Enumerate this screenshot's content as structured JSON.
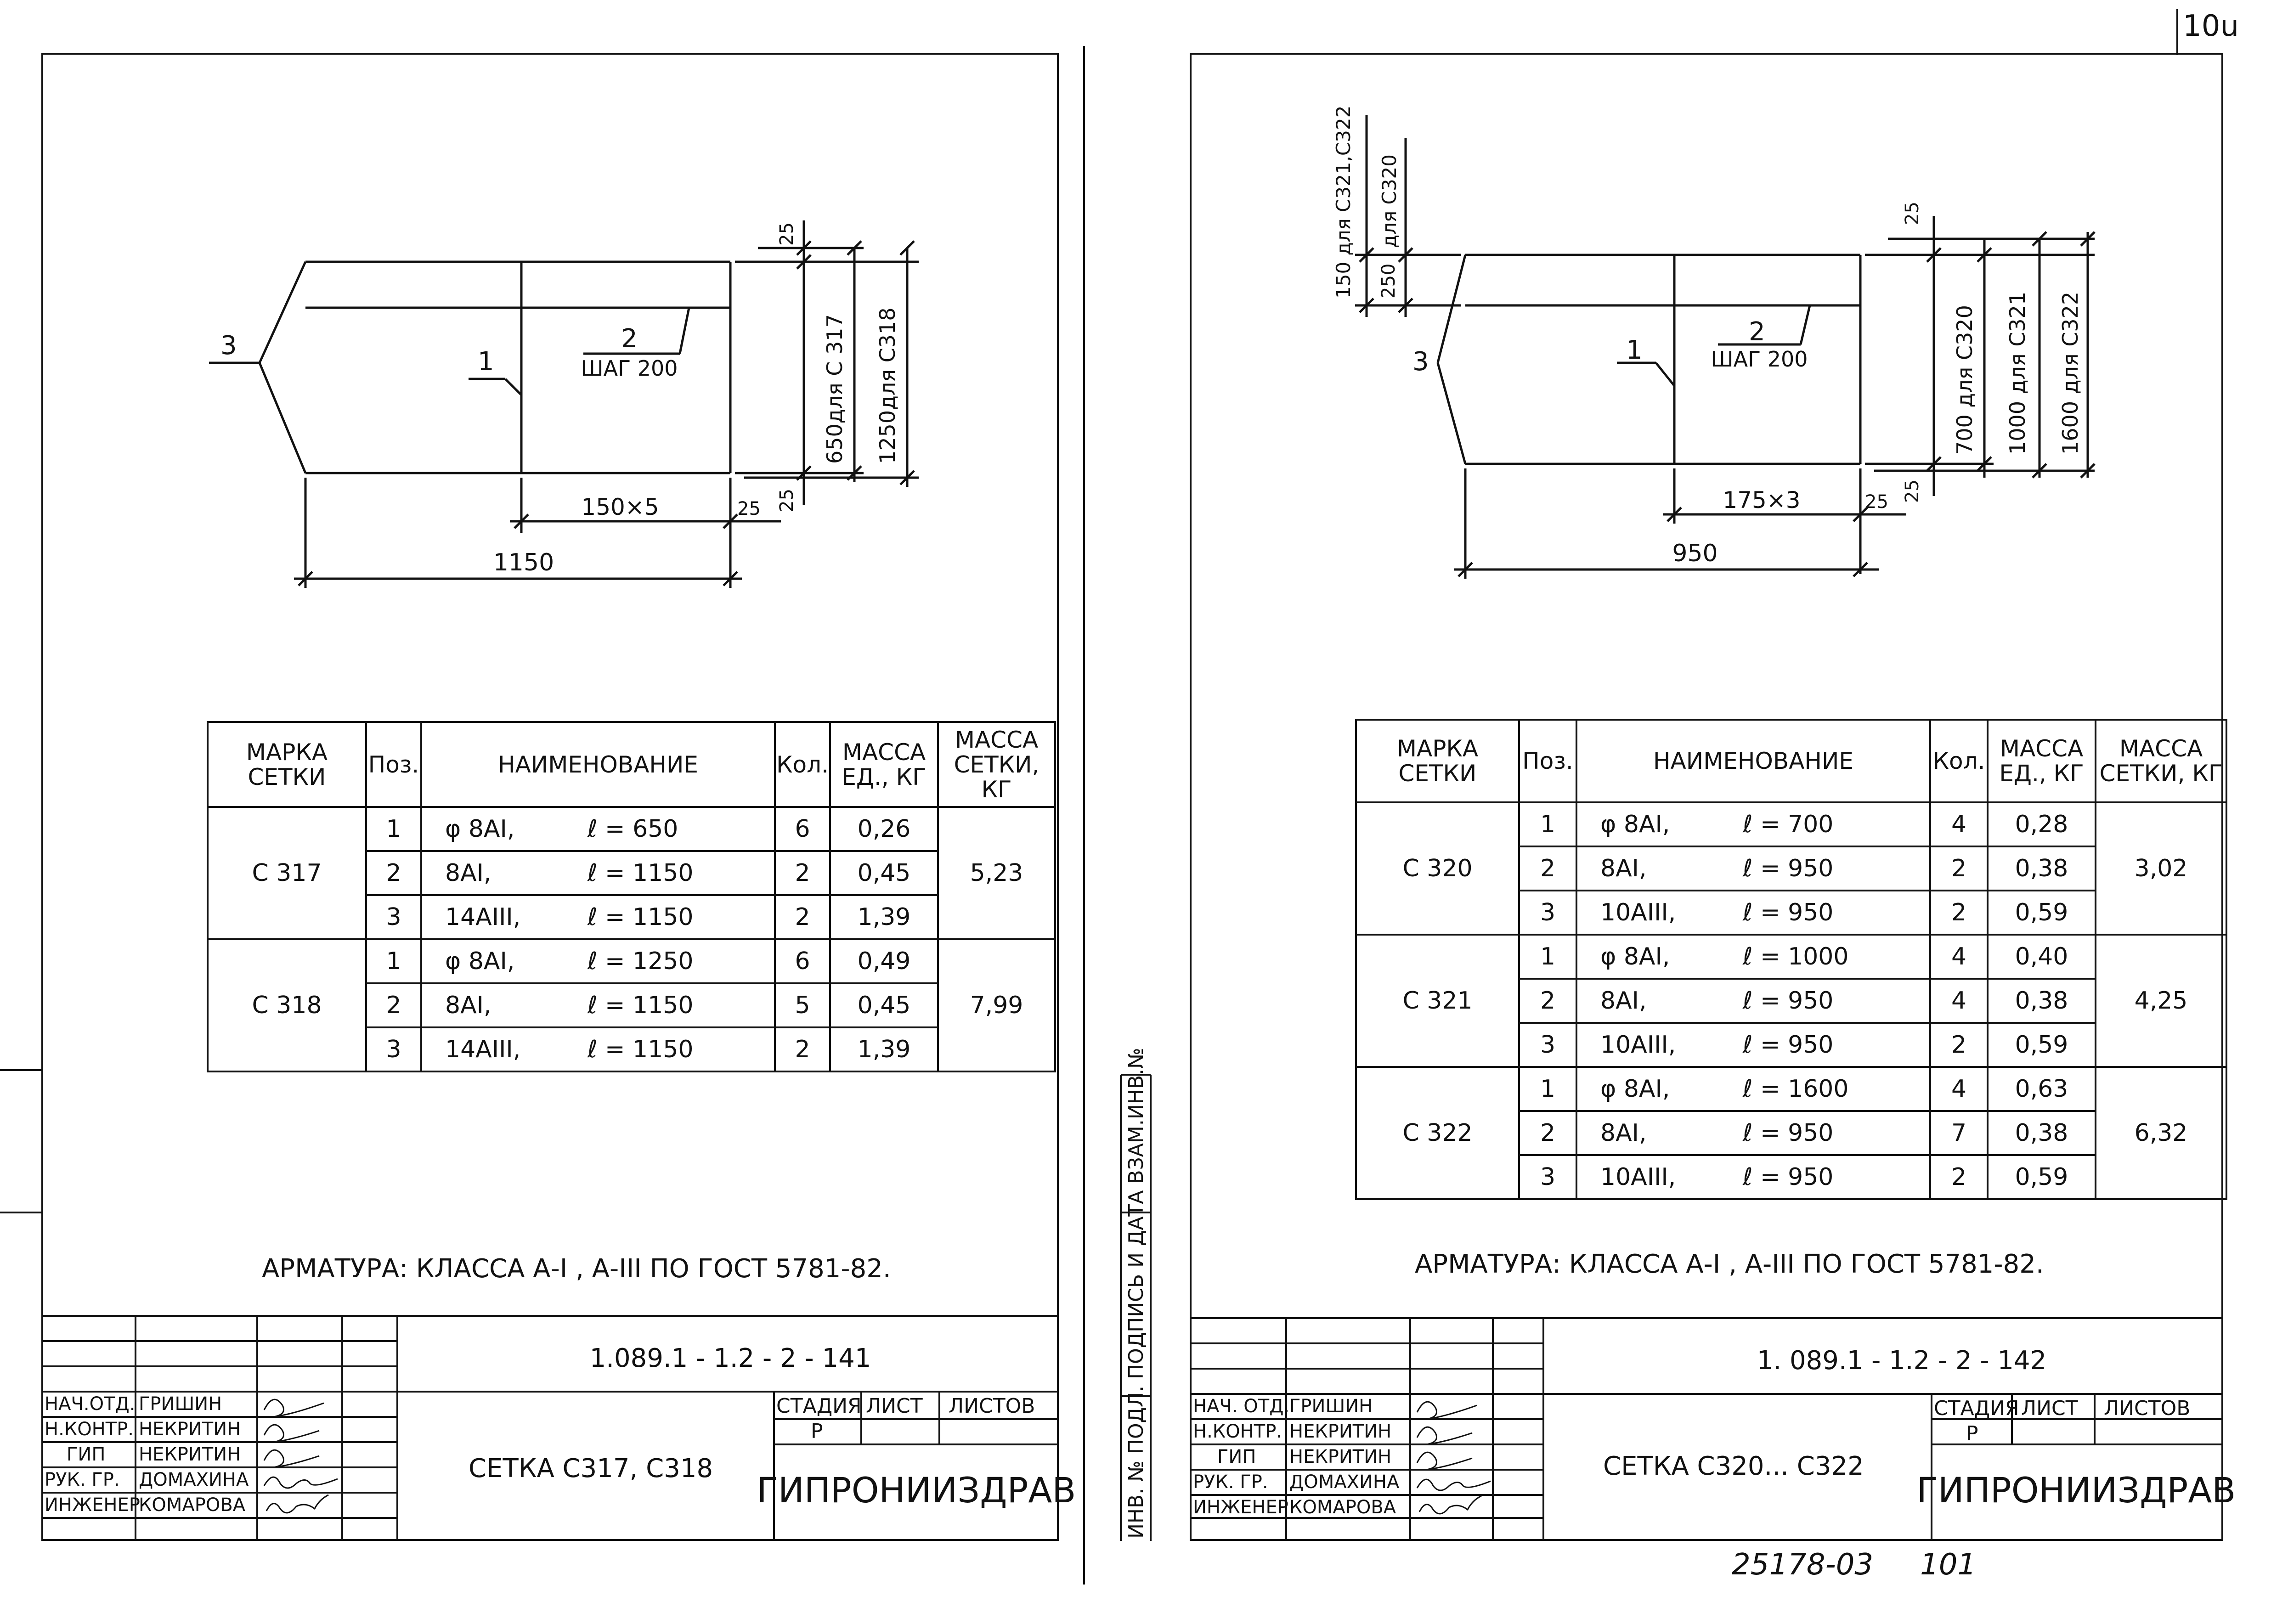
{
  "page": {
    "sheet_number_corner": "10u",
    "bottom_number": "25178-03",
    "bottom_page": "101"
  },
  "side_stamp": {
    "label": "ИНВ. № ПОДЛ.   ПОДПИСЬ И ДАТА   ВЗАМ.ИНВ.№"
  },
  "sheets": [
    {
      "drawing": {
        "pos1": "1",
        "pos2": "2",
        "pos2_note": "ШАГ 200",
        "pos3": "3",
        "dim_top_offset": "25",
        "dim_bottom_offset": "25",
        "dim_right_offset": "25",
        "dim_height_1": "650для С 317",
        "dim_height_2": "1250для С318",
        "dim_pitch": "150×5",
        "dim_length": "1150"
      },
      "table": {
        "headers": [
          "МАРКА СЕТКИ",
          "Поз.",
          "НАИМЕНОВАНИЕ",
          "Кол.",
          "МАССА ЕД., КГ",
          "МАССА СЕТКИ, КГ"
        ],
        "groups": [
          {
            "mark": "С 317",
            "total_mass": "5,23",
            "rows": [
              {
                "pos": "1",
                "diam": "φ 8АI,",
                "len": "ℓ = 650",
                "qty": "6",
                "unit_mass": "0,26"
              },
              {
                "pos": "2",
                "diam": "8АI,",
                "len": "ℓ = 1150",
                "qty": "2",
                "unit_mass": "0,45"
              },
              {
                "pos": "3",
                "diam": "14АIII,",
                "len": "ℓ = 1150",
                "qty": "2",
                "unit_mass": "1,39"
              }
            ]
          },
          {
            "mark": "С 318",
            "total_mass": "7,99",
            "rows": [
              {
                "pos": "1",
                "diam": "φ 8АI,",
                "len": "ℓ = 1250",
                "qty": "6",
                "unit_mass": "0,49"
              },
              {
                "pos": "2",
                "diam": "8АI,",
                "len": "ℓ = 1150",
                "qty": "5",
                "unit_mass": "0,45"
              },
              {
                "pos": "3",
                "diam": "14АIII,",
                "len": "ℓ = 1150",
                "qty": "2",
                "unit_mass": "1,39"
              }
            ]
          }
        ]
      },
      "note": "АРМАТУРА: КЛАССА А-I , А-III ПО   ГОСТ 5781-82.",
      "title_block": {
        "designation": "1.089.1 - 1.2 - 2 - 141",
        "title": "СЕТКА С317, С318",
        "stage_label": "СТАДИЯ",
        "sheet_label": "ЛИСТ",
        "sheets_label": "ЛИСТОВ",
        "stage": "Р",
        "organization": "ГИПРОНИИЗДРАВ",
        "roles": [
          "НАЧ.ОТД.",
          "Н.КОНТР.",
          "ГИП",
          "РУК. ГР.",
          "ИНЖЕНЕР"
        ],
        "names": [
          "ГРИШИН",
          "НЕКРИТИН",
          "НЕКРИТИН",
          "ДОМАХИНА",
          "КОМАРОВА"
        ]
      }
    },
    {
      "drawing": {
        "pos1": "1",
        "pos2": "2",
        "pos2_note": "ШАГ 200",
        "pos3": "3",
        "dim_left_1": "150 для С321,С322",
        "dim_left_2": "для С320",
        "dim_left_3": "250",
        "dim_top_offset": "25",
        "dim_bottom_offset": "25",
        "dim_right_offset": "25",
        "dim_height_1": "700 для С320",
        "dim_height_2": "1000 для С321",
        "dim_height_3": "1600 для С322",
        "dim_pitch": "175×3",
        "dim_length": "950"
      },
      "table": {
        "headers": [
          "МАРКА СЕТКИ",
          "Поз.",
          "НАИМЕНОВАНИЕ",
          "Кол.",
          "МАССА ЕД., КГ",
          "МАССА СЕТКИ, КГ"
        ],
        "groups": [
          {
            "mark": "С 320",
            "total_mass": "3,02",
            "rows": [
              {
                "pos": "1",
                "diam": "φ 8АI,",
                "len": "ℓ = 700",
                "qty": "4",
                "unit_mass": "0,28"
              },
              {
                "pos": "2",
                "diam": "8АI,",
                "len": "ℓ = 950",
                "qty": "2",
                "unit_mass": "0,38"
              },
              {
                "pos": "3",
                "diam": "10АIII,",
                "len": "ℓ = 950",
                "qty": "2",
                "unit_mass": "0,59"
              }
            ]
          },
          {
            "mark": "С 321",
            "total_mass": "4,25",
            "rows": [
              {
                "pos": "1",
                "diam": "φ 8АI,",
                "len": "ℓ = 1000",
                "qty": "4",
                "unit_mass": "0,40"
              },
              {
                "pos": "2",
                "diam": "8АI,",
                "len": "ℓ = 950",
                "qty": "4",
                "unit_mass": "0,38"
              },
              {
                "pos": "3",
                "diam": "10АIII,",
                "len": "ℓ = 950",
                "qty": "2",
                "unit_mass": "0,59"
              }
            ]
          },
          {
            "mark": "С 322",
            "total_mass": "6,32",
            "rows": [
              {
                "pos": "1",
                "diam": "φ 8АI,",
                "len": "ℓ = 1600",
                "qty": "4",
                "unit_mass": "0,63"
              },
              {
                "pos": "2",
                "diam": "8АI,",
                "len": "ℓ = 950",
                "qty": "7",
                "unit_mass": "0,38"
              },
              {
                "pos": "3",
                "diam": "10АIII,",
                "len": "ℓ = 950",
                "qty": "2",
                "unit_mass": "0,59"
              }
            ]
          }
        ]
      },
      "note": "АРМАТУРА: КЛАССА А-I , А-III ПО   ГОСТ 5781-82.",
      "title_block": {
        "designation": "1. 089.1 - 1.2 - 2 - 142",
        "title": "СЕТКА С320... С322",
        "stage_label": "СТАДИЯ",
        "sheet_label": "ЛИСТ",
        "sheets_label": "ЛИСТОВ",
        "stage": "Р",
        "organization": "ГИПРОНИИЗДРАВ",
        "roles": [
          "НАЧ. ОТД.",
          "Н.КОНТР.",
          "ГИП",
          "РУК. ГР.",
          "ИНЖЕНЕР"
        ],
        "names": [
          "ГРИШИН",
          "НЕКРИТИН",
          "НЕКРИТИН",
          "ДОМАХИНА",
          "КОМАРОВА"
        ]
      }
    }
  ]
}
